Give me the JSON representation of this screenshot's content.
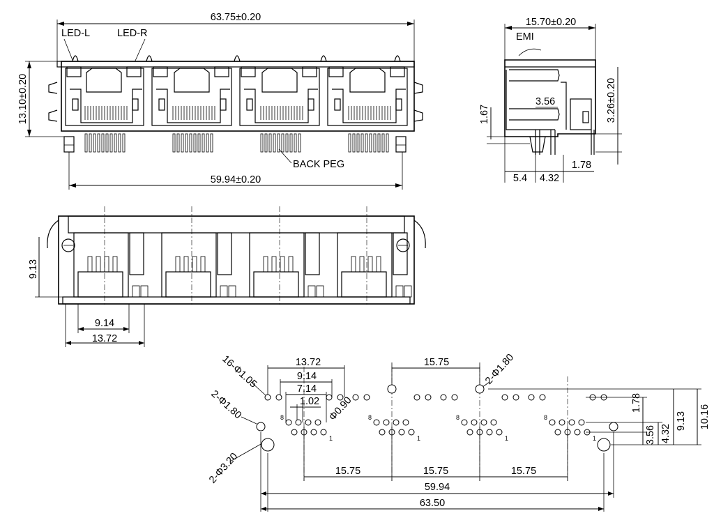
{
  "labels": {
    "led_l": "LED-L",
    "led_r": "LED-R",
    "back_peg": "BACK PEG",
    "emi": "EMI"
  },
  "front_view": {
    "overall_width": "63.75±0.20",
    "height": "13.10±0.20",
    "peg_span": "59.94±0.20"
  },
  "side_view": {
    "depth": "15.70±0.20",
    "pin_offset": "3.56",
    "pin_height": "3.26±0.20",
    "peg_height": "1.67",
    "d1": "5.4",
    "d2": "4.32",
    "d3": "1.78"
  },
  "top_view": {
    "height": "9.13",
    "pitch_inner": "9.14",
    "pitch_outer": "13.72"
  },
  "pcb_layout": {
    "dims_top": [
      "13.72",
      "9.14",
      "7.14",
      "1.02"
    ],
    "port_pitch_top": "15.75",
    "hole_16": "16-Φ1.05",
    "hole_pin": "Φ0.90",
    "hole_led_left": "2-Φ1.80",
    "hole_led_right": "2-Φ1.80",
    "hole_peg": "2-Φ3.20",
    "port_pitch_bottom": [
      "15.75",
      "15.75",
      "15.75"
    ],
    "span_inner": "59.94",
    "span_outer": "63.50",
    "right_dims": [
      "1.78",
      "3.56",
      "4.32",
      "9.13",
      "10.16"
    ],
    "pin_first": "8",
    "pin_last": "1"
  }
}
